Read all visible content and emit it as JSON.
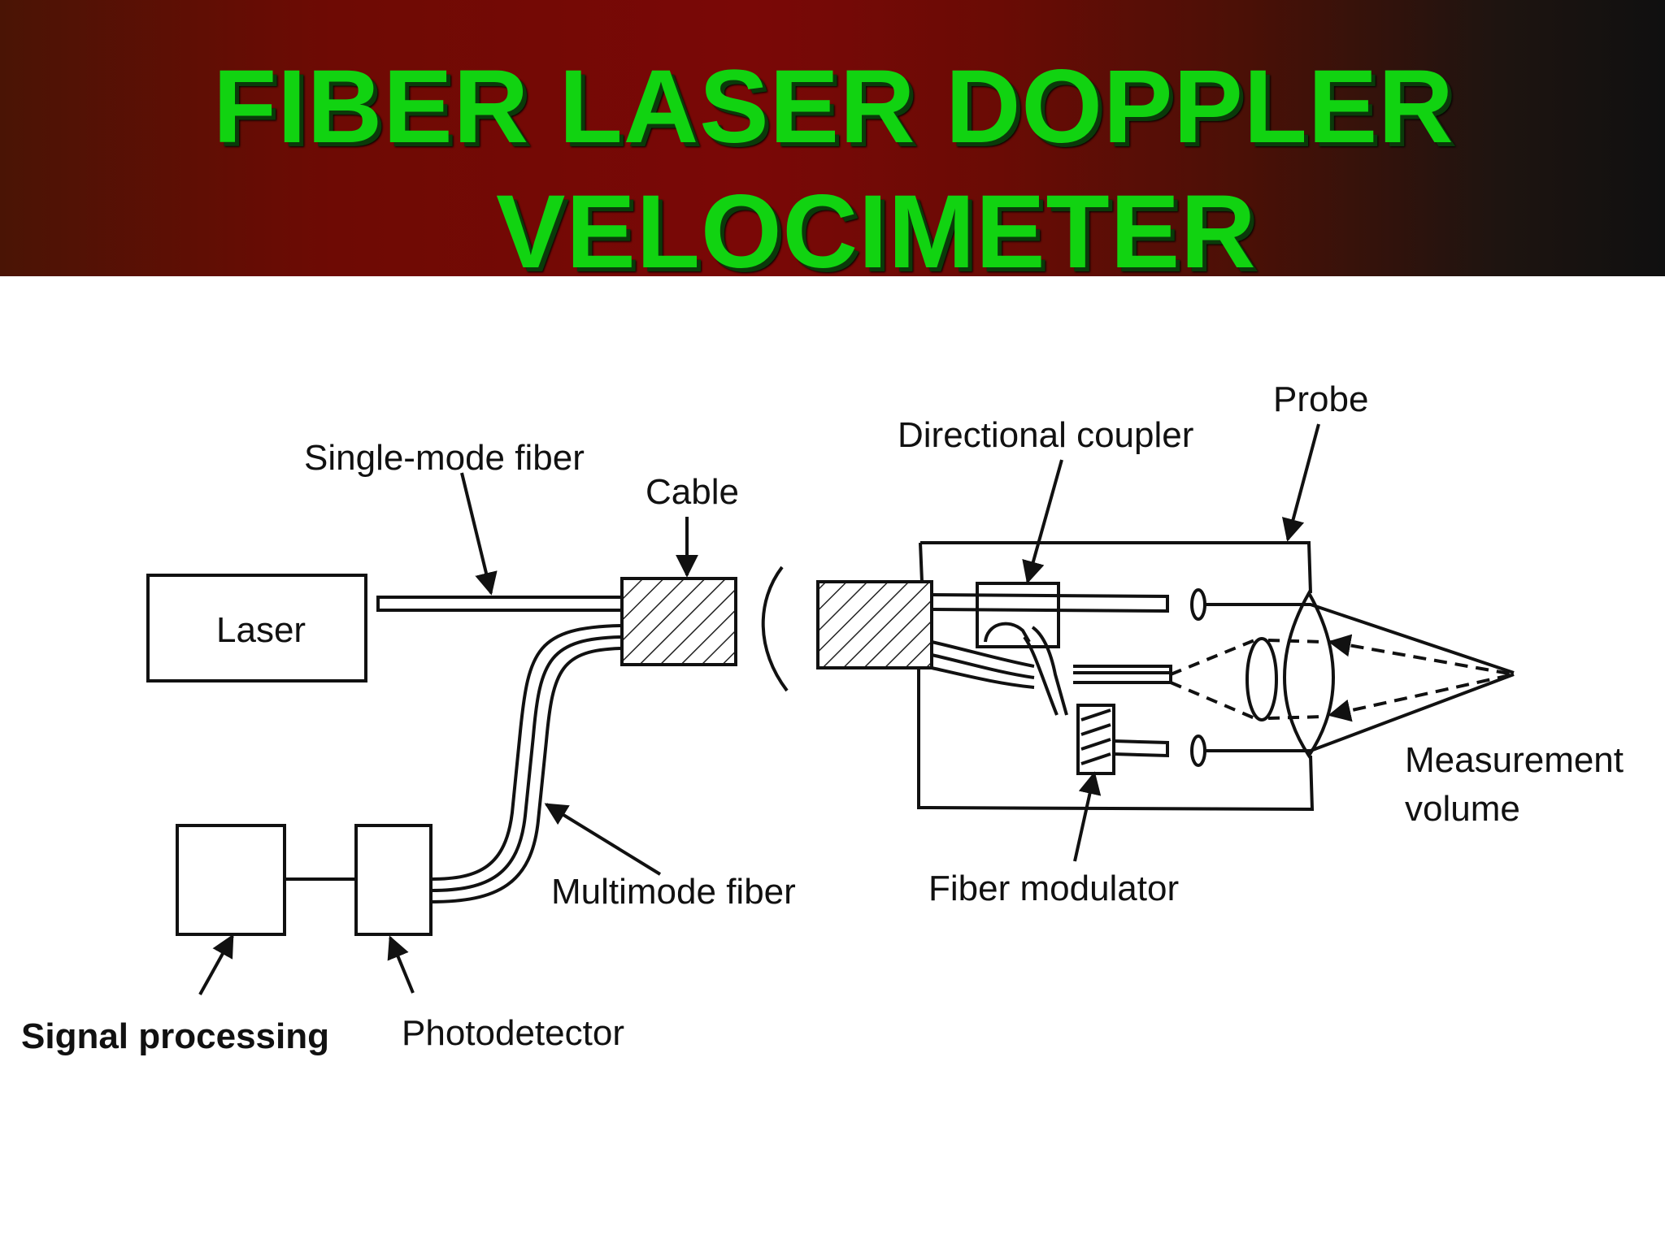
{
  "title": {
    "line1": "FIBER  LASER DOPPLER",
    "line2": "VELOCIMETER"
  },
  "diagram": {
    "labels": {
      "laser": "Laser",
      "single_mode_fiber": "Single-mode fiber",
      "cable": "Cable",
      "directional_coupler": "Directional coupler",
      "probe": "Probe",
      "measurement_volume_1": "Measurement",
      "measurement_volume_2": "volume",
      "multimode_fiber": "Multimode fiber",
      "fiber_modulator": "Fiber modulator",
      "signal_processing": "Signal processing",
      "photodetector": "Photodetector"
    }
  },
  "colors": {
    "title_text": "#11d311",
    "banner_red": "#7a0806",
    "banner_dark": "#101010"
  }
}
